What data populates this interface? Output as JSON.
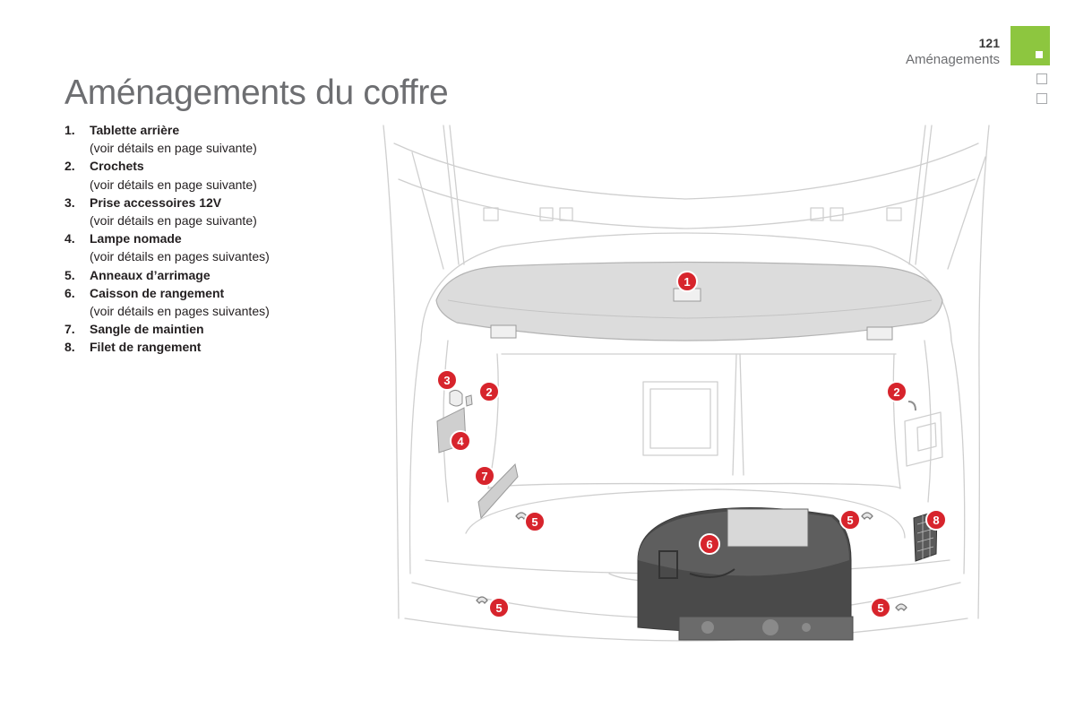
{
  "header": {
    "page_number": "121",
    "section": "Aménagements",
    "accent_color": "#8dc63f"
  },
  "title": "Aménagements du coffre",
  "legend": [
    {
      "num": "1.",
      "name": "Tablette arrière",
      "note": "(voir détails en page suivante)"
    },
    {
      "num": "2.",
      "name": "Crochets",
      "note": "(voir détails en page suivante)"
    },
    {
      "num": "3.",
      "name": "Prise accessoires 12V",
      "note": "(voir détails en page suivante)"
    },
    {
      "num": "4.",
      "name": "Lampe nomade",
      "note": "(voir détails en pages suivantes)"
    },
    {
      "num": "5.",
      "name": "Anneaux d’arrimage",
      "note": ""
    },
    {
      "num": "6.",
      "name": "Caisson de rangement",
      "note": "(voir détails en pages suivantes)"
    },
    {
      "num": "7.",
      "name": "Sangle de maintien",
      "note": ""
    },
    {
      "num": "8.",
      "name": "Filet de rangement",
      "note": ""
    }
  ],
  "callouts": {
    "c1": "1",
    "c2a": "2",
    "c2b": "2",
    "c3": "3",
    "c4": "4",
    "c5a": "5",
    "c5b": "5",
    "c5c": "5",
    "c5d": "5",
    "c6": "6",
    "c7": "7",
    "c8": "8",
    "color": "#d7242c"
  }
}
